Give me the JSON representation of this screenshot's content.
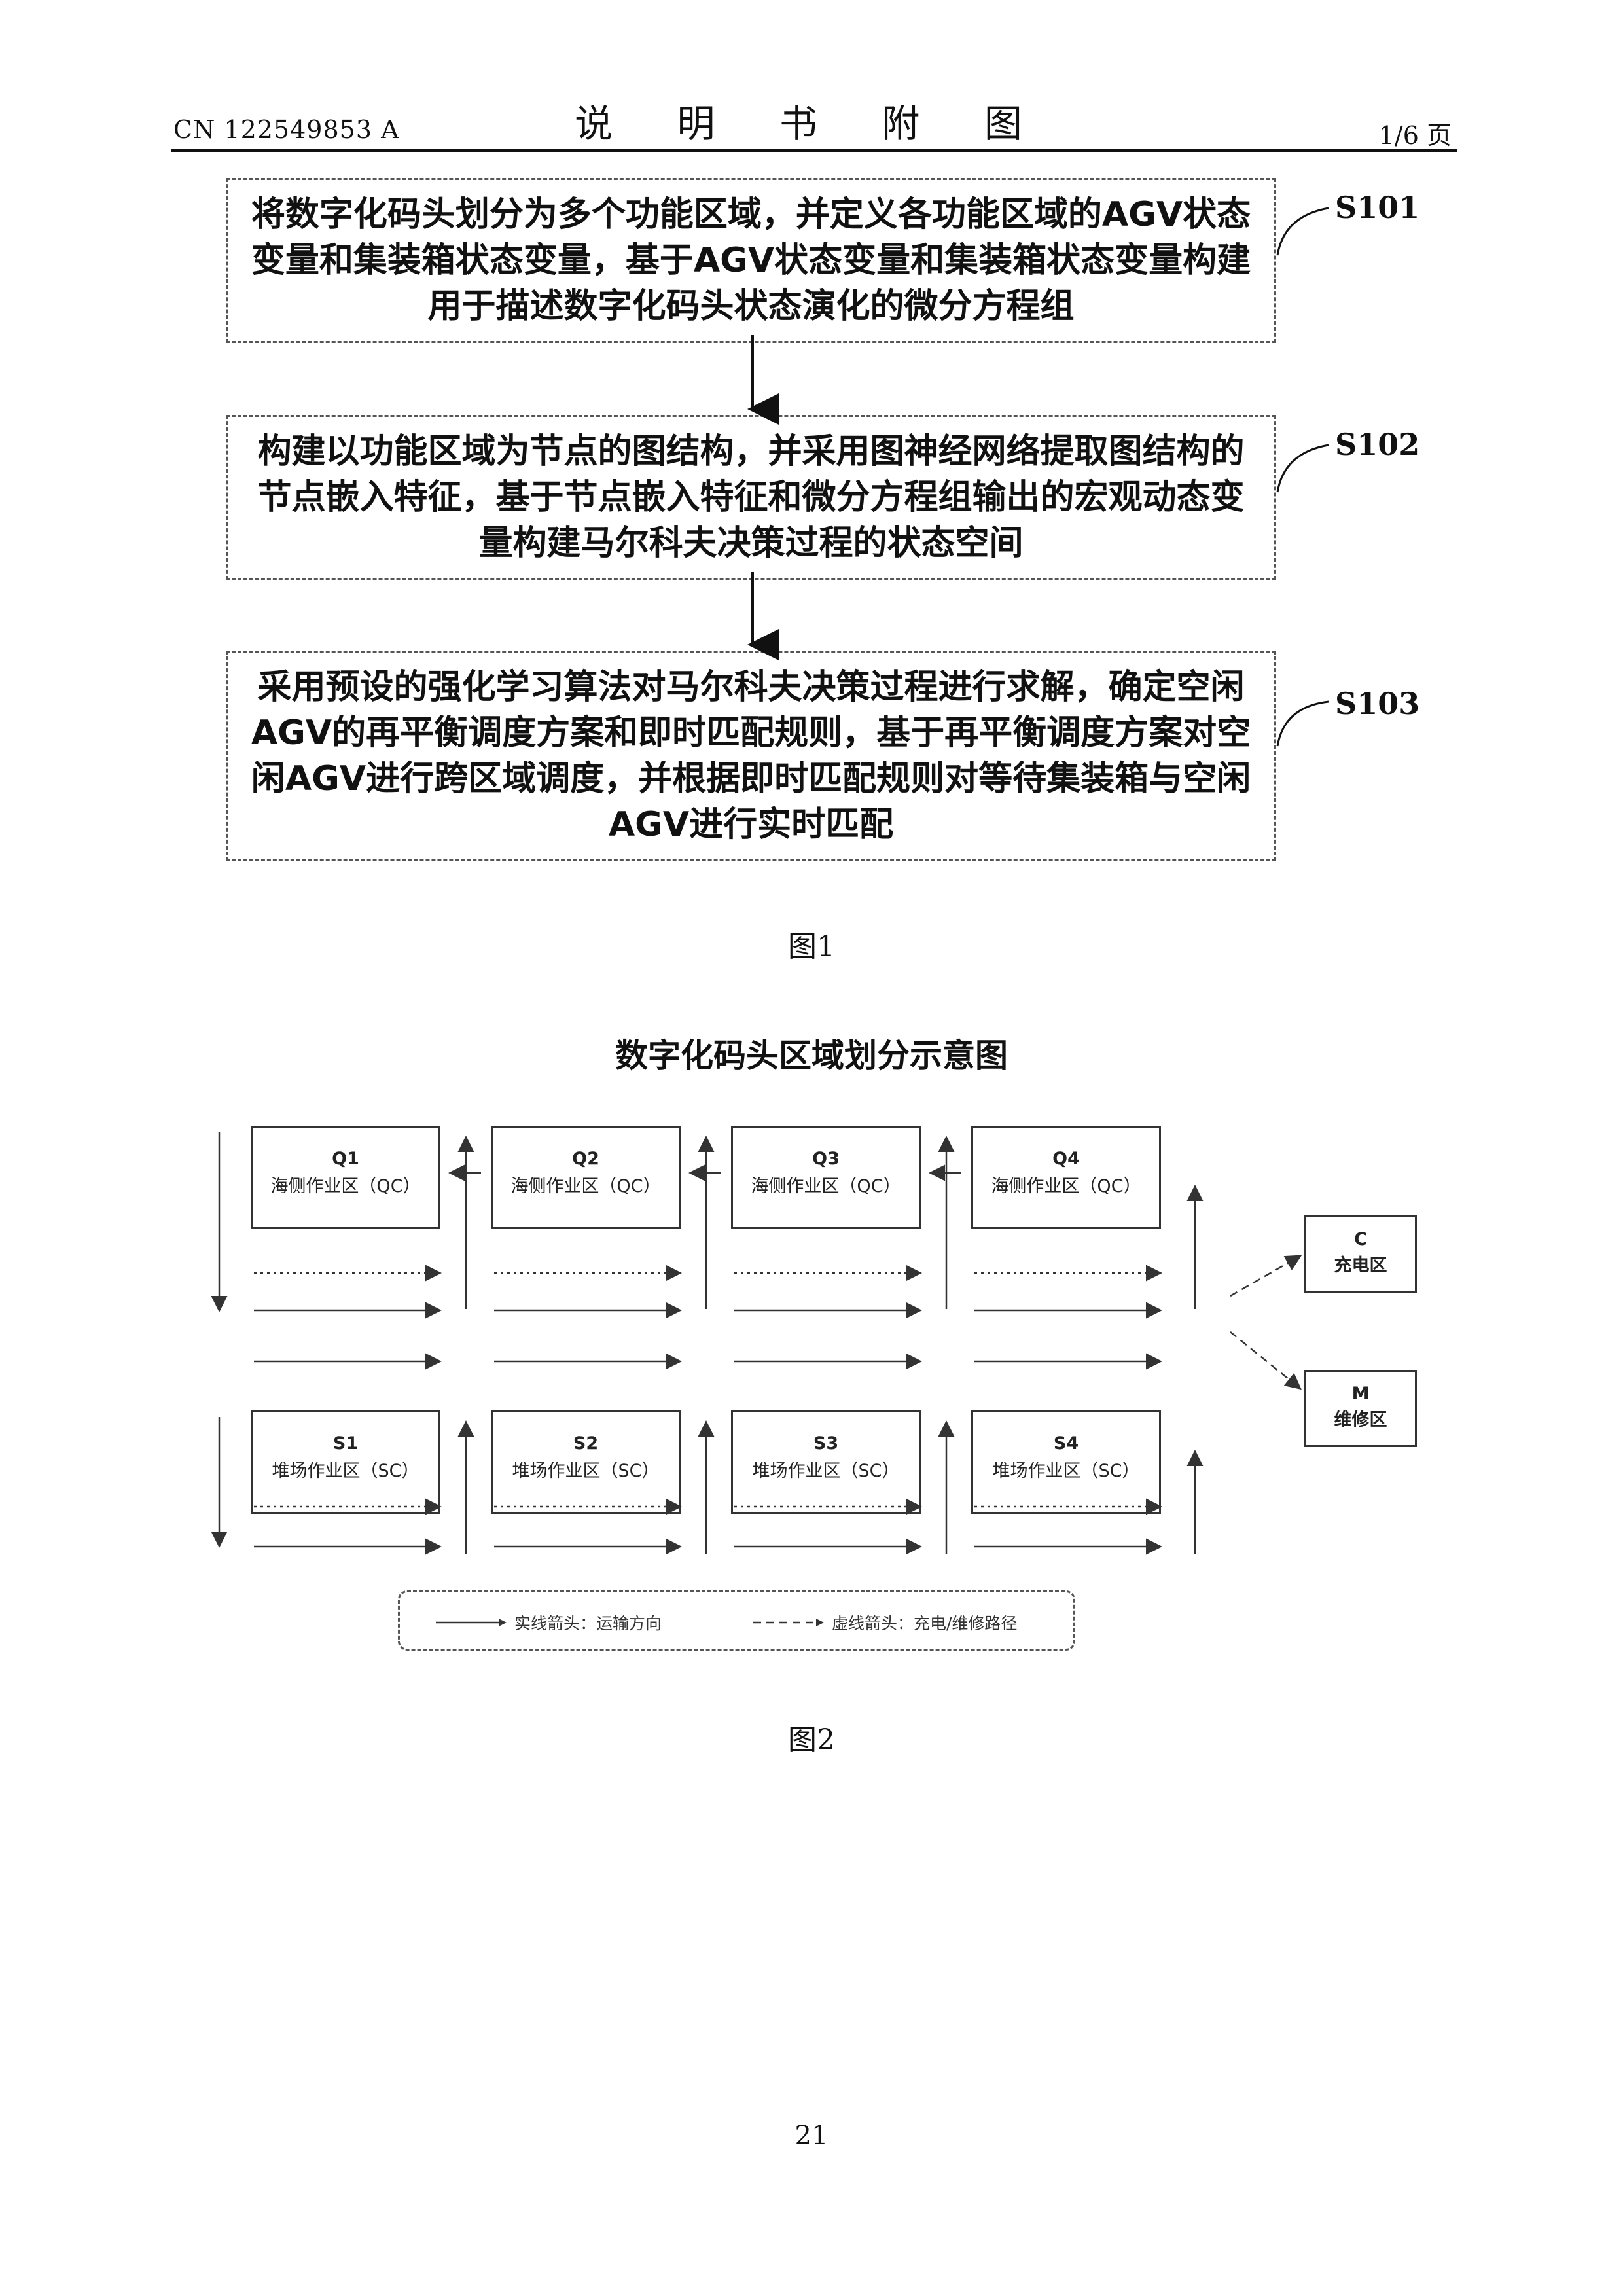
{
  "header": {
    "doc_number": "CN 122549853 A",
    "title": "说 明 书 附 图",
    "page": "1/6 页"
  },
  "figure1": {
    "steps": [
      {
        "label": "S101",
        "text": "将数字化码头划分为多个功能区域，并定义各功能区域的AGV状态变量和集装箱状态变量，基于AGV状态变量和集装箱状态变量构建用于描述数字化码头状态演化的微分方程组"
      },
      {
        "label": "S102",
        "text": "构建以功能区域为节点的图结构，并采用图神经网络提取图结构的节点嵌入特征，基于节点嵌入特征和微分方程组输出的宏观动态变量构建马尔科夫决策过程的状态空间"
      },
      {
        "label": "S103",
        "text": "采用预设的强化学习算法对马尔科夫决策过程进行求解，确定空闲AGV的再平衡调度方案和即时匹配规则，基于再平衡调度方案对空闲AGV进行跨区域调度，并根据即时匹配规则对等待集装箱与空闲AGV进行实时匹配"
      }
    ],
    "caption": "图1"
  },
  "figure2": {
    "title": "数字化码头区域划分示意图",
    "qc_zones": [
      {
        "id": "Q1",
        "name": "海侧作业区（QC）"
      },
      {
        "id": "Q2",
        "name": "海侧作业区（QC）"
      },
      {
        "id": "Q3",
        "name": "海侧作业区（QC）"
      },
      {
        "id": "Q4",
        "name": "海侧作业区（QC）"
      }
    ],
    "sc_zones": [
      {
        "id": "S1",
        "name": "堆场作业区（SC）"
      },
      {
        "id": "S2",
        "name": "堆场作业区（SC）"
      },
      {
        "id": "S3",
        "name": "堆场作业区（SC）"
      },
      {
        "id": "S4",
        "name": "堆场作业区（SC）"
      }
    ],
    "charge_zone": {
      "id": "C",
      "name": "充电区"
    },
    "maint_zone": {
      "id": "M",
      "name": "维修区"
    },
    "legend": {
      "solid": "实线箭头：运输方向",
      "dashed": "虚线箭头：充电/维修路径"
    },
    "caption": "图2"
  },
  "page_number": "21"
}
